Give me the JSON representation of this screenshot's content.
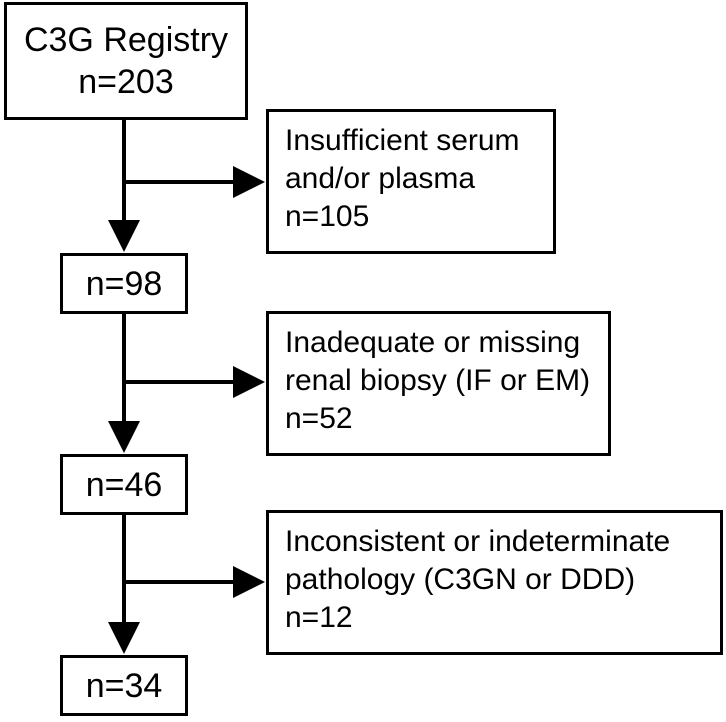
{
  "flowchart": {
    "main_boxes": {
      "registry": {
        "lines": [
          "C3G Registry",
          "n=203"
        ]
      },
      "step1": {
        "lines": [
          "n=98"
        ]
      },
      "step2": {
        "lines": [
          "n=46"
        ]
      },
      "step3": {
        "lines": [
          "n=34"
        ]
      }
    },
    "exclusions": [
      {
        "lines": [
          "Insufficient serum",
          "and/or plasma",
          "n=105"
        ]
      },
      {
        "lines": [
          "Inadequate or missing",
          "renal biopsy (IF or EM)",
          "n=52"
        ]
      },
      {
        "lines": [
          "Inconsistent or indeterminate",
          "pathology (C3GN or DDD)",
          "n=12"
        ]
      }
    ],
    "colors": {
      "stroke": "#000000",
      "background": "#ffffff"
    }
  }
}
